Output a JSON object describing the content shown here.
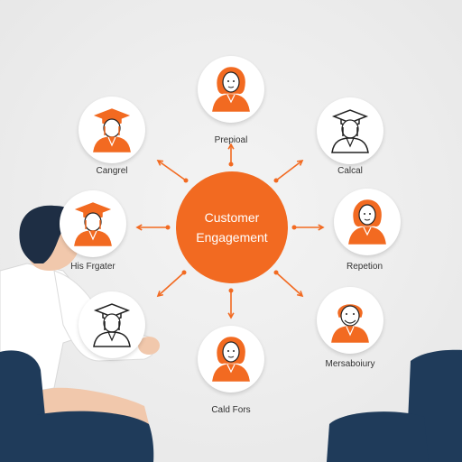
{
  "center": {
    "line1": "Customer",
    "line2": "Engagement"
  },
  "colors": {
    "accent": "#f26a21",
    "navy": "#1f3b5a",
    "hair": "#1e2e44",
    "shirt": "#ffffff",
    "node_bg": "#ffffff",
    "text": "#333333"
  },
  "nodes": [
    {
      "label": "Prepioal",
      "icon": "woman-avatar-icon",
      "style": "orange"
    },
    {
      "label": "Calcal",
      "icon": "graduate-avatar-icon",
      "style": "outline"
    },
    {
      "label": "Repetion",
      "icon": "woman-avatar-icon",
      "style": "orange"
    },
    {
      "label": "Mersaboiury",
      "icon": "man-avatar-icon",
      "style": "orange"
    },
    {
      "label": "Cald Fors",
      "icon": "woman-avatar-icon",
      "style": "orange"
    },
    {
      "label": "",
      "icon": "graduate-avatar-icon",
      "style": "outline"
    },
    {
      "label": "His Frgater",
      "icon": "graduate-avatar-icon",
      "style": "orange"
    },
    {
      "label": "Cangrel",
      "icon": "graduate-avatar-icon",
      "style": "orange"
    }
  ]
}
